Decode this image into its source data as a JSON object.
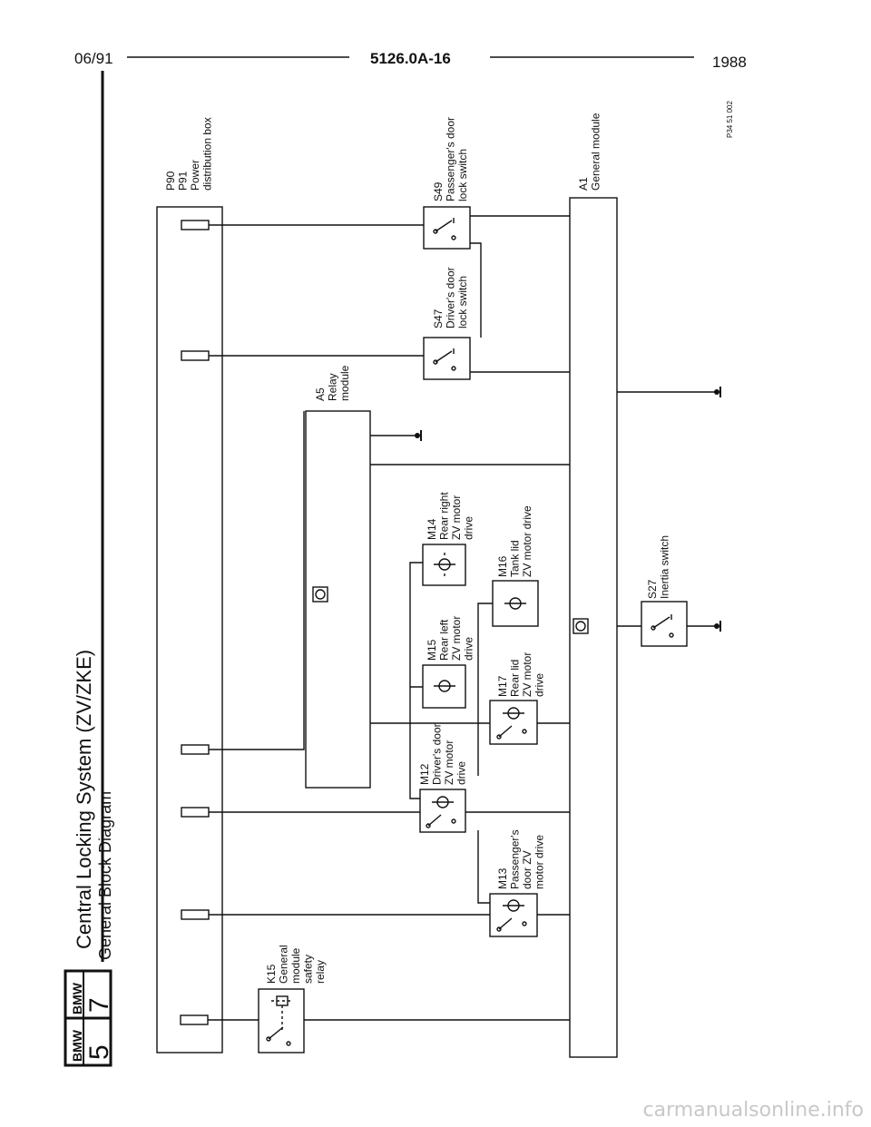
{
  "header": {
    "date": "06/91",
    "doc_number": "5126.0A-16",
    "year": "1988"
  },
  "logo": {
    "brand_left": "BMW",
    "series_left": "5",
    "brand_right": "BMW",
    "series_right": "7"
  },
  "title": "Central Locking System (ZV/ZKE)",
  "subtitle": "General Block Diagram",
  "figure_code": "P34 51 002",
  "components": {
    "p90": [
      "P90",
      "P91",
      "Power",
      "distribution box"
    ],
    "s49": [
      "S49",
      "Passenger's door",
      "lock switch"
    ],
    "s47": [
      "S47",
      "Driver's door",
      "lock switch"
    ],
    "a1": [
      "A1",
      "General module"
    ],
    "a5": [
      "A5",
      "Relay",
      "module"
    ],
    "m14": [
      "M14",
      "Rear right",
      "ZV motor",
      "drive"
    ],
    "m16": [
      "M16",
      "Tank lid",
      "ZV motor drive"
    ],
    "m15": [
      "M15",
      "Rear left",
      "ZV motor",
      "drive"
    ],
    "m17": [
      "M17",
      "Rear lid",
      "ZV motor",
      "drive"
    ],
    "s27": [
      "S27",
      "Inertia switch"
    ],
    "m12": [
      "M12",
      "Driver's door",
      "ZV motor",
      "drive"
    ],
    "m13": [
      "M13",
      "Passenger's",
      "door ZV",
      "motor drive"
    ],
    "k15": [
      "K15",
      "General",
      "module",
      "safety",
      "relay"
    ]
  },
  "watermark": "carmanualsonline.info"
}
